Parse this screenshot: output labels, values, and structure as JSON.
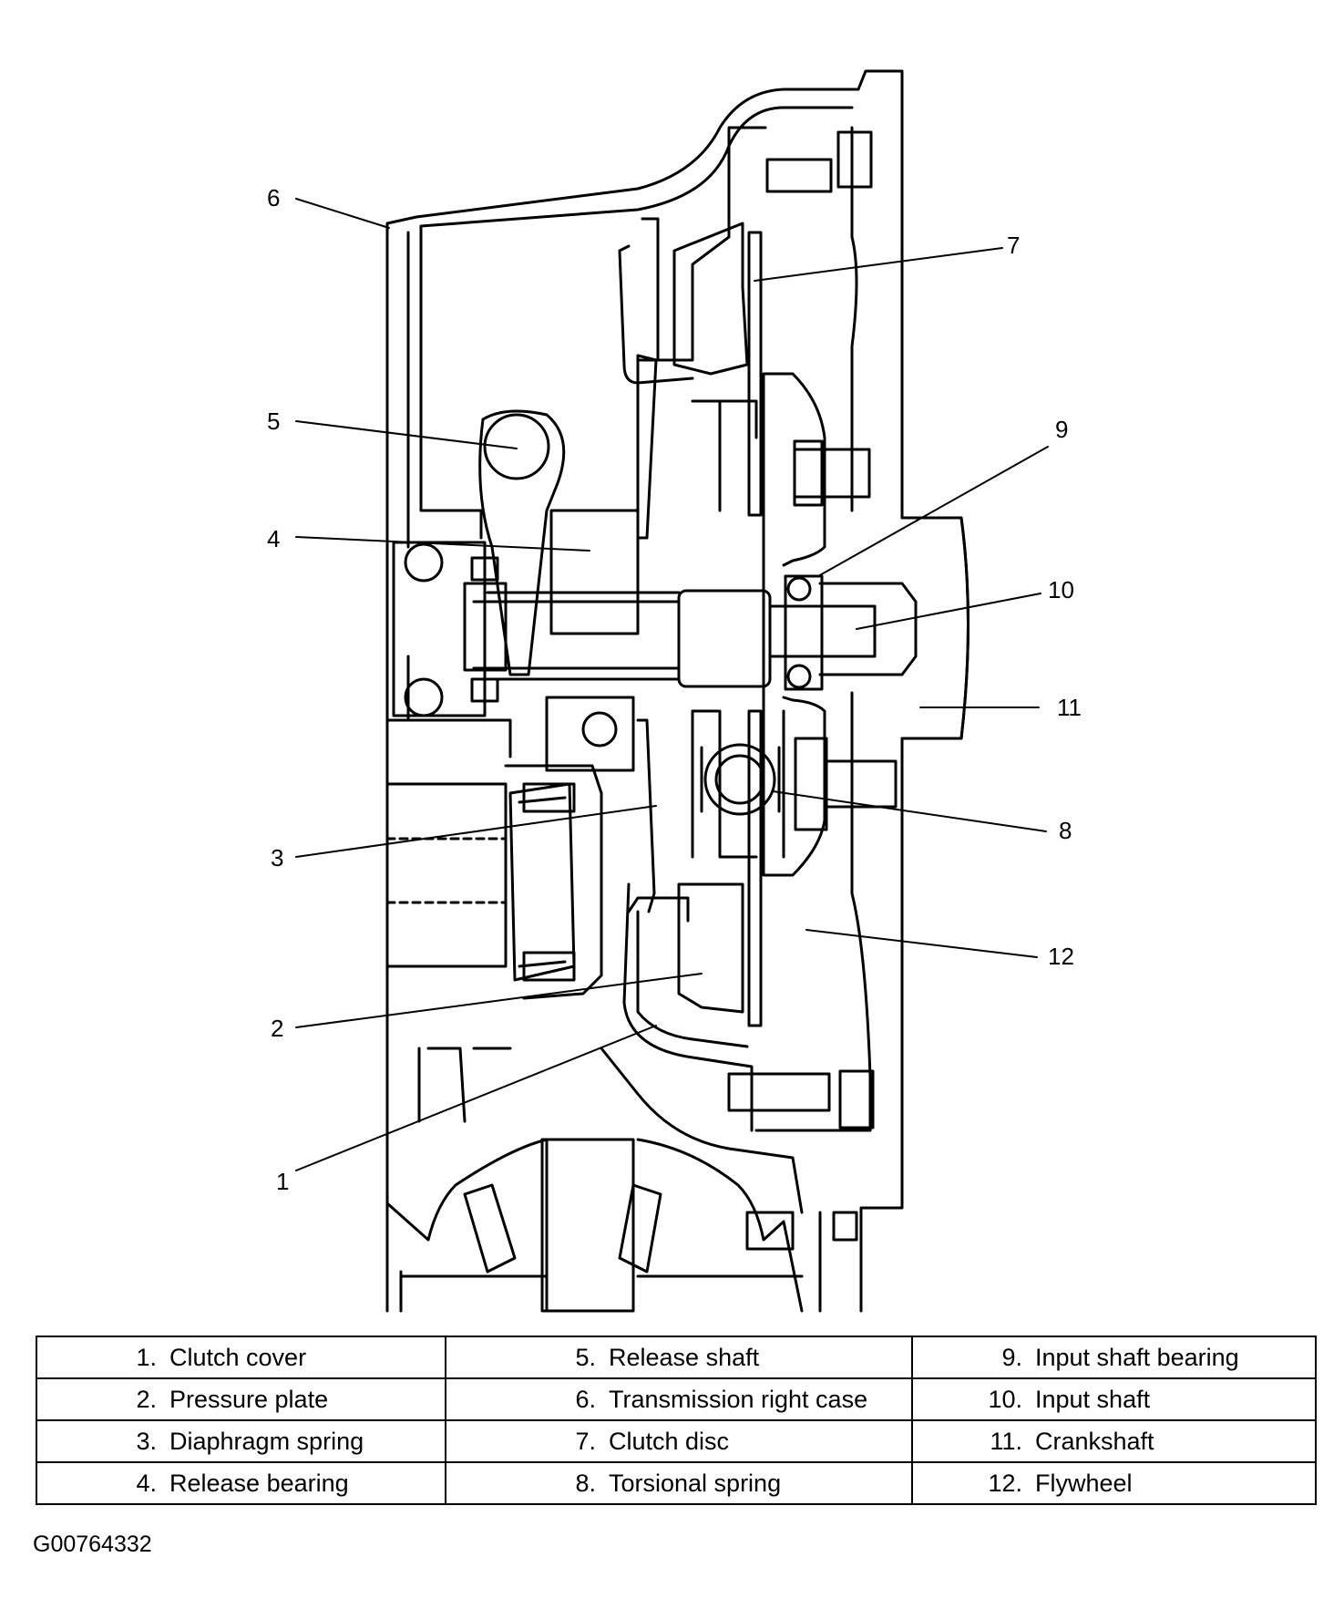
{
  "callouts": [
    "1",
    "2",
    "3",
    "4",
    "5",
    "6",
    "7",
    "8",
    "9",
    "10",
    "11",
    "12"
  ],
  "legend": {
    "rows": [
      [
        {
          "num": "1.",
          "label": "Clutch cover"
        },
        {
          "num": "5.",
          "label": "Release shaft"
        },
        {
          "num": "9.",
          "label": "Input shaft bearing"
        }
      ],
      [
        {
          "num": "2.",
          "label": "Pressure plate"
        },
        {
          "num": "6.",
          "label": "Transmission right case"
        },
        {
          "num": "10.",
          "label": "Input shaft"
        }
      ],
      [
        {
          "num": "3.",
          "label": "Diaphragm spring"
        },
        {
          "num": "7.",
          "label": "Clutch disc"
        },
        {
          "num": "11.",
          "label": "Crankshaft"
        }
      ],
      [
        {
          "num": "4.",
          "label": "Release bearing"
        },
        {
          "num": "8.",
          "label": "Torsional spring"
        },
        {
          "num": "12.",
          "label": "Flywheel"
        }
      ]
    ]
  },
  "figure_code": "G00764332",
  "colors": {
    "line": "#000000",
    "background": "#ffffff"
  }
}
